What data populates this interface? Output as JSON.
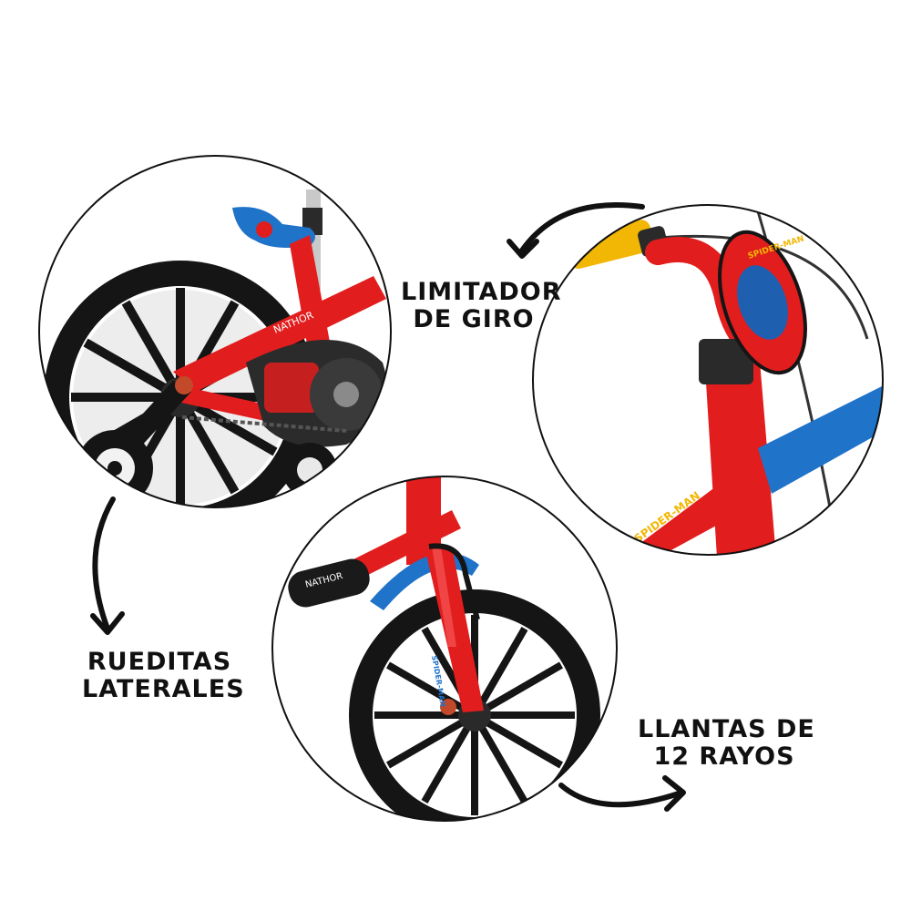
{
  "labels": {
    "training_wheels": {
      "line1": "RUEDITAS",
      "line2": "LATERALES"
    },
    "steering_limiter": {
      "line1": "LIMITADOR",
      "line2": "DE GIRO"
    },
    "spoke_wheels": {
      "line1": "LLANTAS DE",
      "line2": "12 RAYOS"
    }
  },
  "decals": {
    "brand_frame": "NATHOR",
    "brand_bottle": "NATHOR",
    "head_badge": "SPIDER-MAN",
    "frame_tube": "SPIDER-MAN",
    "fork_leg": "SPIDER-MAN"
  },
  "colors": {
    "frame_red": "#e21d1d",
    "accent_blue": "#1f73c9",
    "tire_black": "#151515",
    "grip_yellow": "#f2b705",
    "outline": "#111111"
  }
}
